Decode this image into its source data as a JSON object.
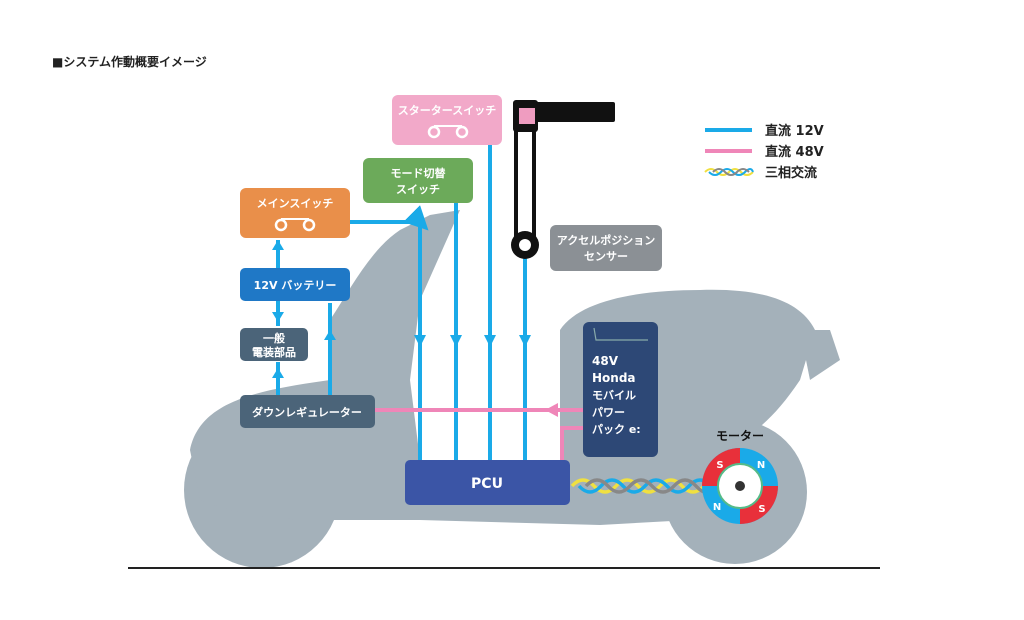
{
  "title": "■システム作動概要イメージ",
  "components": {
    "starter_switch": "スタータースイッチ",
    "mode_switch": [
      "モード切替",
      "スイッチ"
    ],
    "main_switch": "メインスイッチ",
    "accel_sensor": [
      "アクセルポジション",
      "センサー"
    ],
    "battery_12v": "12V バッテリー",
    "electrical_parts": [
      "一般",
      "電装部品"
    ],
    "down_regulator": "ダウンレギュレーター",
    "pcu": "PCU",
    "battery_pack": [
      "48V",
      "Honda",
      "モバイル",
      "パワー",
      "パック e:"
    ],
    "motor": "モーター",
    "motor_poles": [
      "S",
      "N",
      "N",
      "S"
    ]
  },
  "legend": [
    {
      "label": "直流 12V",
      "color": "#1aaae8"
    },
    {
      "label": "直流 48V",
      "color": "#ef86b8"
    },
    {
      "label": "三相交流",
      "color": "multi"
    }
  ],
  "colors": {
    "body": "#a4b1ba",
    "dc12": "#1aaae8",
    "dc48": "#ef86b8",
    "pcu": "#3b55a6",
    "pack": "#2d4876"
  }
}
